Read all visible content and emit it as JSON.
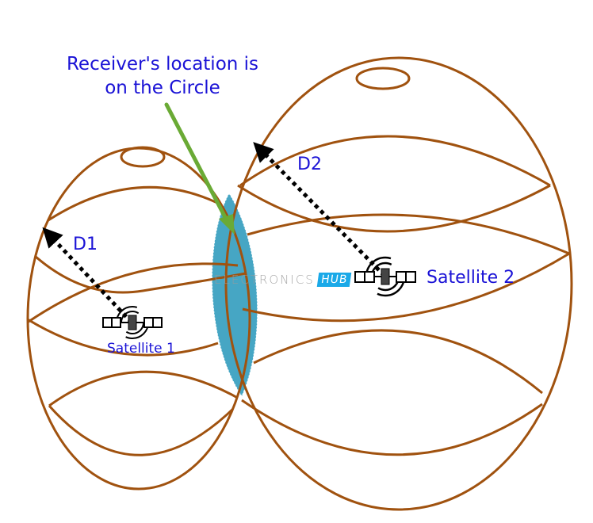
{
  "diagram": {
    "title_lines": [
      "Receiver's location is",
      "on the Circle"
    ],
    "distance_labels": {
      "d1": "D1",
      "d2": "D2"
    },
    "satellites": [
      {
        "label": "Satellite 1"
      },
      {
        "label": "Satellite 2"
      }
    ],
    "watermark": {
      "text": "ELECTRONICS",
      "badge": "HUB"
    },
    "colors": {
      "sphere_stroke": "#a0520f",
      "intersection_fill": "#46a6c4",
      "pointer_arrow": "#6aaa35",
      "label_text": "#1a12d6",
      "distance_arrow": "#000000",
      "watermark_badge": "#1aa9e8"
    }
  }
}
